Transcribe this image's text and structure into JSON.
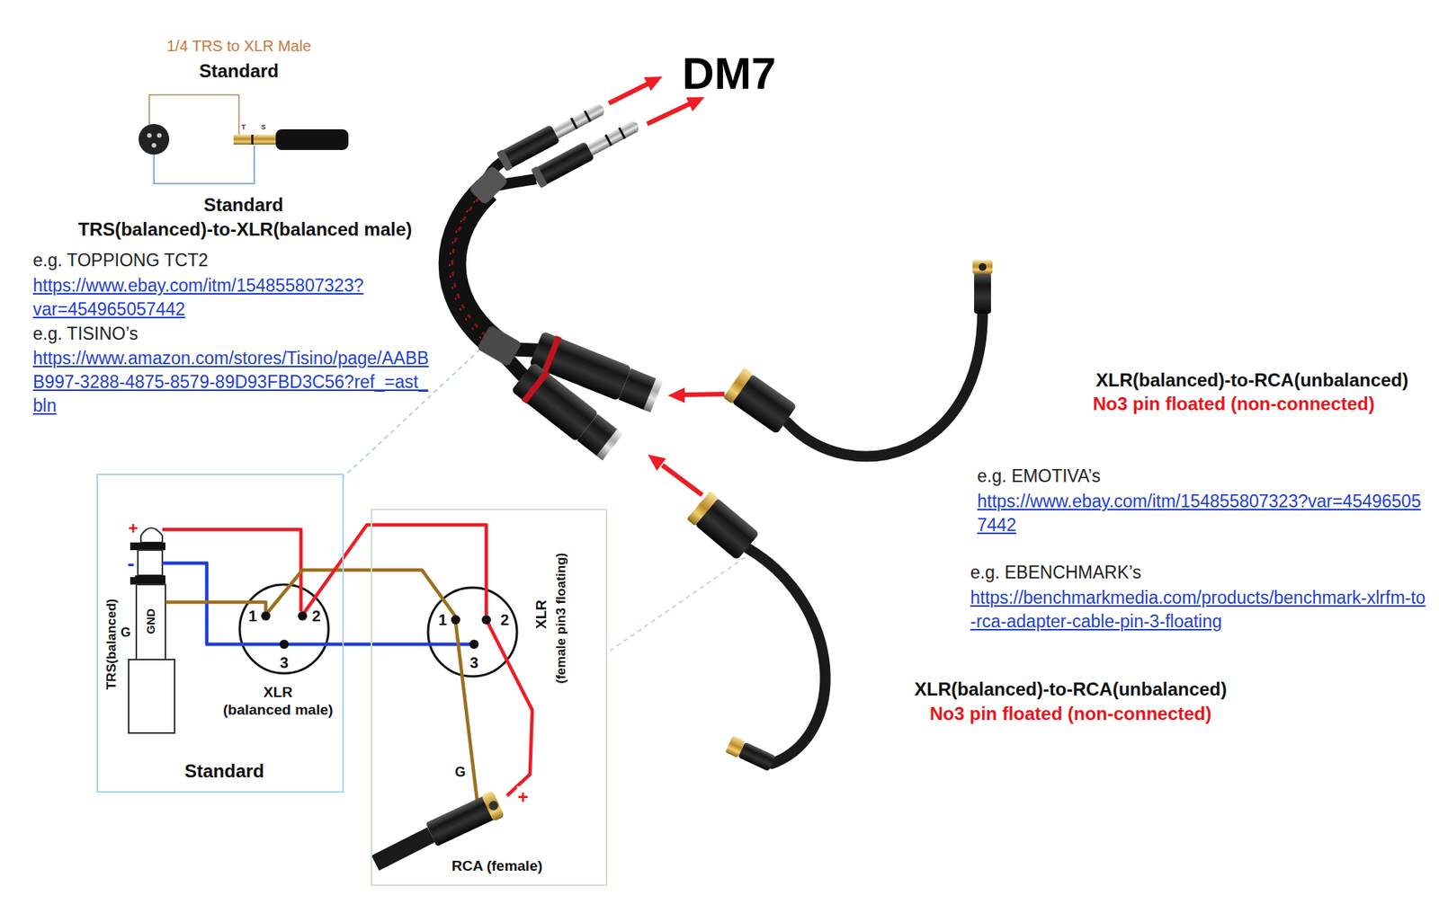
{
  "diagram": {
    "nodes": [
      {
        "text": [
          "Standard"
        ]
      },
      {
        "text": [
          "RCA (female)"
        ]
      }
    ],
    "labels": [
      "1/4 TRS to XLR Male",
      "Standard",
      "T",
      "S",
      "Standard",
      "TRS(balanced)-to-XLR(balanced male)",
      "e.g. TOPPIONG TCT2",
      "https://www.ebay.com/itm/154855807323?var=454965057442",
      "e.g. TISINO’s",
      "https://www.amazon.com/stores/Tisino/page/AABBB997-3288-4875-8579-89D93FBD3C56?ref_=ast_bln",
      "DM7",
      "XLR(balanced)-to-RCA(unbalanced)",
      "No3 pin floated (non-connected)",
      "e.g. EMOTIVA’s",
      "https://www.ebay.com/itm/154855807323?var=454965057442",
      "e.g. EBENCHMARK’s",
      "https://benchmarkmedia.com/products/benchmark-xlrfm-to-rca-adapter-cable-pin-3-floating",
      "XLR(balanced)-to-RCA(unbalanced)",
      "No3 pin floated (non-connected)",
      "+",
      "-",
      "TRS(balanced)",
      "G",
      "GND",
      "1",
      "2",
      "3",
      "XLR",
      "(balanced male)",
      "1",
      "2",
      "3",
      "XLR",
      "(female pin3 floating)",
      "G",
      "+"
    ]
  }
}
